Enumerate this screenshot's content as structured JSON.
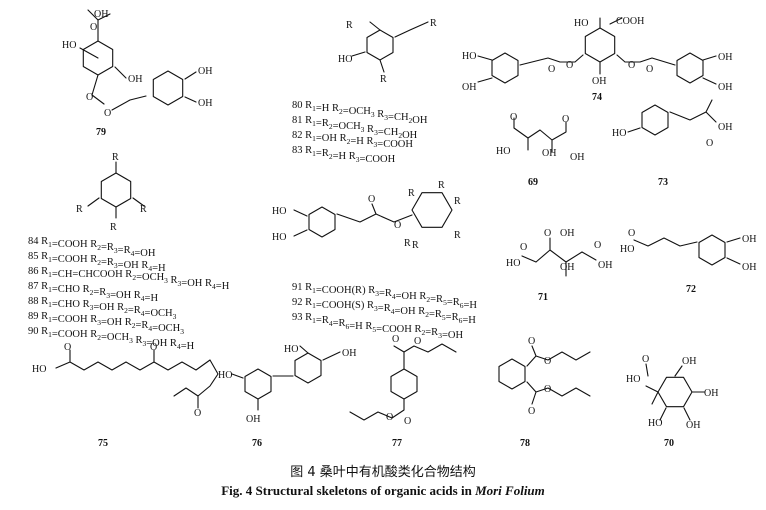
{
  "compounds": {
    "79": {
      "number": "79",
      "groups": [
        "OH",
        "O",
        "HO",
        "OH",
        "O",
        "O",
        "OH",
        "OH"
      ]
    },
    "74": {
      "number": "74",
      "groups": [
        "HO",
        "COOH",
        "HO",
        "OH",
        "OH",
        "O",
        "O",
        "OH",
        "OH",
        "O",
        "O"
      ]
    },
    "69": {
      "number": "69",
      "groups": [
        "O",
        "HO",
        "OH",
        "O",
        "OH"
      ]
    },
    "73": {
      "number": "73",
      "groups": [
        "HO",
        "OH",
        "O"
      ]
    },
    "71": {
      "number": "71",
      "groups": [
        "O",
        "OH",
        "O",
        "HO",
        "OH",
        "O",
        "OH"
      ]
    },
    "72": {
      "number": "72",
      "groups": [
        "O",
        "HO",
        "OH",
        "OH"
      ]
    },
    "75": {
      "number": "75",
      "groups": [
        "O",
        "HO",
        "O",
        "O"
      ]
    },
    "76": {
      "number": "76",
      "groups": [
        "HO",
        "OH",
        "HO",
        "OH"
      ]
    },
    "77": {
      "number": "77",
      "groups": [
        "O",
        "O",
        "O",
        "O"
      ]
    },
    "78": {
      "number": "78",
      "groups": [
        "O",
        "O",
        "O",
        "O"
      ]
    },
    "70": {
      "number": "70",
      "groups": [
        "O",
        "HO",
        "OH",
        "OH",
        "HO",
        "OH"
      ]
    }
  },
  "series_80": {
    "labels": [
      "R",
      "R",
      "R",
      "HO"
    ],
    "rows": [
      "80  R1=H R2=OCH3 R3=CH2OH",
      "81  R1=R2=OCH3 R3=CH2OH",
      "82  R1=OH  R2=H  R3=COOH",
      "83  R1=R2=H  R3=COOH"
    ]
  },
  "series_84": {
    "labels": [
      "R",
      "R",
      "R",
      "R"
    ],
    "rows": [
      "84  R1=COOH R2=R3=R4=OH",
      "85  R1=COOH  R2=R3=OH  R4=H",
      "86  R1=CH=CHCOOH R2=OCH3 R3=OH R4=H",
      "87  R1=CHO  R2=R3=OH  R4=H",
      "88  R1=CHO  R3=OH  R2=R4=OCH3",
      "89  R1=COOH  R3=OH  R2=R4=OCH3",
      "90  R1=COOH  R2=OCH3  R3=OH  R4=H"
    ]
  },
  "series_91": {
    "labels": [
      "HO",
      "HO",
      "O",
      "O",
      "R",
      "R",
      "R",
      "R",
      "R",
      "R"
    ],
    "rows": [
      "91  R1=COOH(R)  R3=R4=OH R2=R5=R6=H",
      "92  R1=COOH(S)  R3=R4=OH R2=R5=R6=H",
      "93  R1=R4=R6=H  R5=COOH R2=R3=OH"
    ]
  },
  "caption": {
    "cn": "图 4    桑叶中有机酸类化合物结构",
    "en_prefix": "Fig. 4    Structural skeletons of organic acids in ",
    "en_italic": "Mori Folium"
  }
}
